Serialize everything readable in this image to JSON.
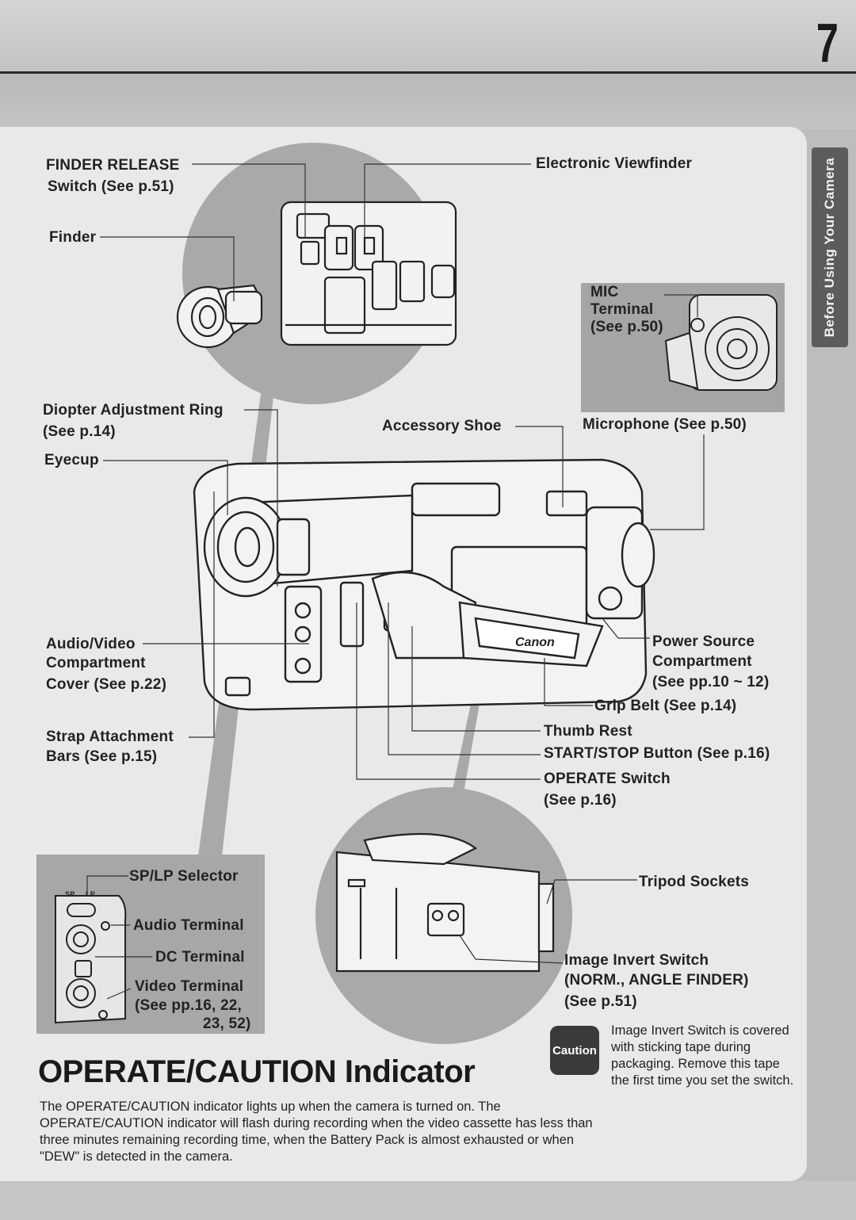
{
  "page_number": "7",
  "side_tab": "Before Using Your Camera",
  "labels": {
    "finder_release_1": "FINDER RELEASE",
    "finder_release_2": "Switch (See p.51)",
    "finder": "Finder",
    "electronic_viewfinder": "Electronic Viewfinder",
    "mic_terminal_1": "MIC",
    "mic_terminal_2": "Terminal",
    "mic_terminal_3": "(See p.50)",
    "diopter_1": "Diopter Adjustment Ring",
    "diopter_2": "(See p.14)",
    "accessory_shoe": "Accessory Shoe",
    "microphone": "Microphone (See p.50)",
    "eyecup": "Eyecup",
    "audio_video_1": "Audio/Video",
    "audio_video_2": "Compartment",
    "audio_video_3": "Cover (See p.22)",
    "power_source_1": "Power Source",
    "power_source_2": "Compartment",
    "power_source_3": "(See pp.10 ~ 12)",
    "grip_belt": "Grip Belt (See p.14)",
    "strap_1": "Strap Attachment",
    "strap_2": "Bars (See p.15)",
    "thumb_rest": "Thumb Rest",
    "start_stop": "START/STOP Button (See p.16)",
    "operate_1": "OPERATE Switch",
    "operate_2": "(See p.16)",
    "sp_lp": "SP/LP Selector",
    "sp_mark": "SP",
    "lp_mark": "LP",
    "audio_terminal": "Audio Terminal",
    "dc_terminal": "DC Terminal",
    "video_terminal_1": "Video Terminal",
    "video_terminal_2": "(See pp.16, 22,",
    "video_terminal_3": "23, 52)",
    "tripod": "Tripod Sockets",
    "image_invert_1": "Image Invert Switch",
    "image_invert_2": "(NORM., ANGLE FINDER)",
    "image_invert_3": "(See p.51)",
    "brand": "Canon"
  },
  "section": {
    "title": "OPERATE/CAUTION Indicator",
    "body": "The OPERATE/CAUTION indicator lights up when the camera is turned on. The OPERATE/CAUTION indicator will flash during recording when the video cassette has less than three minutes remaining recording time, when the Battery Pack is almost exhausted or when \"DEW\" is detected in the camera."
  },
  "caution": {
    "icon_label": "Caution",
    "text": "Image Invert Switch is covered with sticking tape during packaging. Remove this tape the first time you set the switch."
  }
}
